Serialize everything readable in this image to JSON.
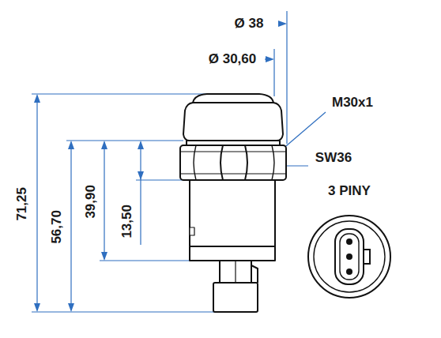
{
  "diagram": {
    "labels": [
      "Ø 38",
      "Ø 30,60",
      "M30x1",
      "SW36",
      "3 PINY",
      "71,25",
      "56,70",
      "39,90",
      "13,50"
    ]
  }
}
